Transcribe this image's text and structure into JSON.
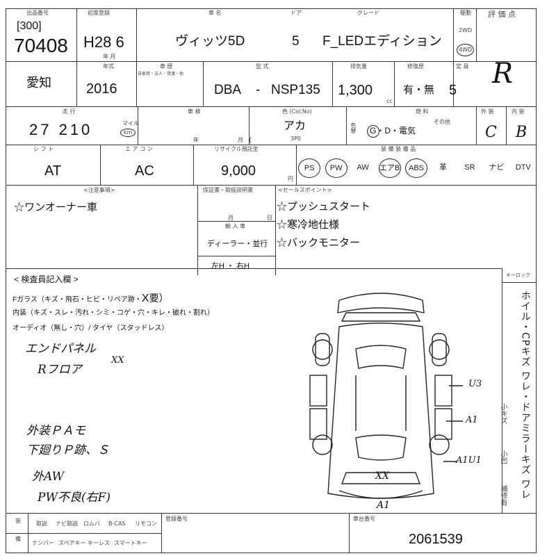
{
  "header": {
    "lot_label": "出品番号",
    "lot_sub": "[300]",
    "lot": "70408",
    "reg_label": "初度登録",
    "reg": "H28 6",
    "reg_unit": "年 月",
    "name_label": "車 名",
    "name": "ヴィッツ5D",
    "doors_label": "ドア",
    "doors": "5",
    "grade_label": "グレード",
    "grade": "F_LEDエディション",
    "drive_label": "駆動",
    "drive_2wd": "2WD",
    "drive_4wd": "4WD",
    "score_label": "評 価 点",
    "score": "R"
  },
  "row2": {
    "region": "愛知",
    "year_label": "年式",
    "year": "2016",
    "history_label": "車 歴",
    "history_sub": "自家用・法人・貸渡・他",
    "type_label": "型 式",
    "type_prefix": "DBA",
    "type_dash": "-",
    "type": "NSP135",
    "cc_label": "排気量",
    "cc": "1,300",
    "cc_unit": "cc",
    "recycle_label": "修復歴",
    "recycle": "有・無",
    "seats_label": "定 員",
    "seats": "5"
  },
  "row3": {
    "mileage_label": "走 行",
    "mileage": "27 210",
    "mileage_unit1": "マイル",
    "mileage_unit2": "km",
    "inspect_label": "車 検",
    "inspect_year": "年",
    "inspect_month": "月",
    "inspect_paren": "(",
    "color_label": "色 (Col.No)",
    "color": "アカ",
    "color_code": "3P0",
    "color_change": "色替",
    "fuel_label": "燃 料",
    "fuel": "G・D・電気",
    "fuel_other": "その他",
    "ext_label": "外 装",
    "ext": "C",
    "int_label": "内 装",
    "int": "B"
  },
  "row4": {
    "shift_label": "シ フ ト",
    "shift": "AT",
    "ac_label": "エ ア コ ン",
    "ac": "AC",
    "recycle_fee_label": "リサイクル預託金",
    "recycle_fee": "9,000",
    "recycle_unit": "円",
    "equip_label": "装 備 装 備 品",
    "equip": [
      "PS",
      "PW",
      "AW",
      "エアB",
      "ABS",
      "革",
      "SR",
      "ナビ",
      "DTV"
    ],
    "equip_circled": [
      true,
      true,
      false,
      true,
      true,
      false,
      false,
      false,
      false
    ]
  },
  "notes": {
    "caution_label": "<注意事項>",
    "caution": "☆ワンオーナー車",
    "warranty_label": "保証書・取扱説明書",
    "warranty_month": "月",
    "warranty_day": "日",
    "import_label": "輸 入 車",
    "import": "ディーラー・並行",
    "import_lr": "左H ・ 右H",
    "sales_label": "<セールスポイント>",
    "sales": [
      "☆プッシュスタート",
      "☆寒冷地仕様",
      "☆バックモニター"
    ]
  },
  "inspector": {
    "label": "< 検査員記入欄 >",
    "line1": "Fガラス（キズ・飛石・ヒビ・リペア跡・",
    "line1_mark": "X",
    "line1_end": "要）",
    "line2": "内装（キズ・スレ・汚れ・シミ・コゲ・穴・キレ・破れ・割れ）",
    "line3": "オーディオ（無し・穴）/ タイヤ（スタッドレス）",
    "hand1": "エンドパネル",
    "hand2": "Rフロア",
    "hand3": "XX",
    "hand4": "外装ＰＡモ",
    "hand5": "下廻りＰ跡、Ｓ",
    "hand6": "外AW",
    "hand7": "PW不良(右F)"
  },
  "diagram": {
    "mark_xx": "XX",
    "mark_u3": "U3",
    "mark_a1_right": "A1",
    "mark_a1u1": "A1U1",
    "mark_a1_bottom": "A1"
  },
  "side": {
    "mini_label": "キーロック",
    "vertical": "ホイル・CPキズ ワレ・ドアミラーキズ ワレ",
    "sub1": "小キズ",
    "sub2": "小凹",
    "sub3": "補修有"
  },
  "footer": {
    "col1": [
      "装",
      "備"
    ],
    "a1": "取説",
    "a2": "ナビ取説",
    "a3": "ロムバ",
    "a4": "B-CAS",
    "a5": "リモコン",
    "b1": "ナンバー",
    "b2": "スペアキー",
    "b3": "キーレス",
    "b4": "スマートキー",
    "reg_no_label": "登録番号",
    "chassis_label": "車台番号",
    "chassis": "2061539"
  }
}
